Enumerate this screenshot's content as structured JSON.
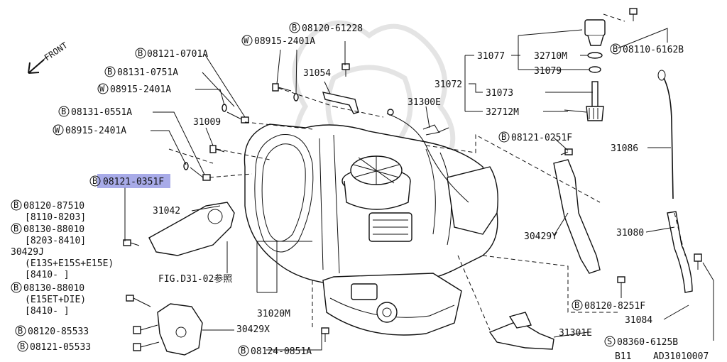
{
  "diagram": {
    "labels": {
      "front": "FRONT",
      "p08120_61228": "08120-61228",
      "p08915_2401A_top": "08915-2401A",
      "p08121_0701A": "08121-0701A",
      "p08131_0751A": "08131-0751A",
      "p08915_2401A_mid": "08915-2401A",
      "p08131_0551A": "08131-0551A",
      "p08915_2401A_low": "08915-2401A",
      "p08121_0351F": "08121-0351F",
      "p31054": "31054",
      "p31009": "31009",
      "p31042": "31042",
      "p08120_87510": "08120-87510",
      "r8110_8203": "[8110-8203]",
      "p08130_88010_a": "08130-88010",
      "r8203_8410": "[8203-8410]",
      "p30429J": "30429J",
      "n_e13s": "(E13S+E15S+E15E)",
      "r8410_a": "[8410-    ]",
      "p08130_88010_b": "08130-88010",
      "n_e15et": "(E15ET+DIE)",
      "r8410_b": "[8410-    ]",
      "fig_ref": "FIG.D31-02参照",
      "p08120_85533": "08120-85533",
      "p08121_05533": "08121-05533",
      "p30429X": "30429X",
      "p31020M": "31020M",
      "p08124_0851A": "08124-0851A",
      "p31077": "31077",
      "p32710M": "32710M",
      "p31079": "31079",
      "p08110_6162B": "08110-6162B",
      "p31072": "31072",
      "p31073": "31073",
      "p32712M": "32712M",
      "p31300E": "31300E",
      "p08121_0251F": "08121-0251F",
      "p31086": "31086",
      "p30429Y": "30429Y",
      "p31080": "31080",
      "p08120_8251F": "08120-8251F",
      "p31084": "31084",
      "p31301E": "31301E",
      "p08360_6125B": "08360-6125B",
      "b11": "B11",
      "drawing_no": "AD31010007"
    },
    "prefix_B": "B",
    "prefix_W": "W",
    "prefix_S": "S",
    "highlight_color": "#8b8fe0"
  }
}
